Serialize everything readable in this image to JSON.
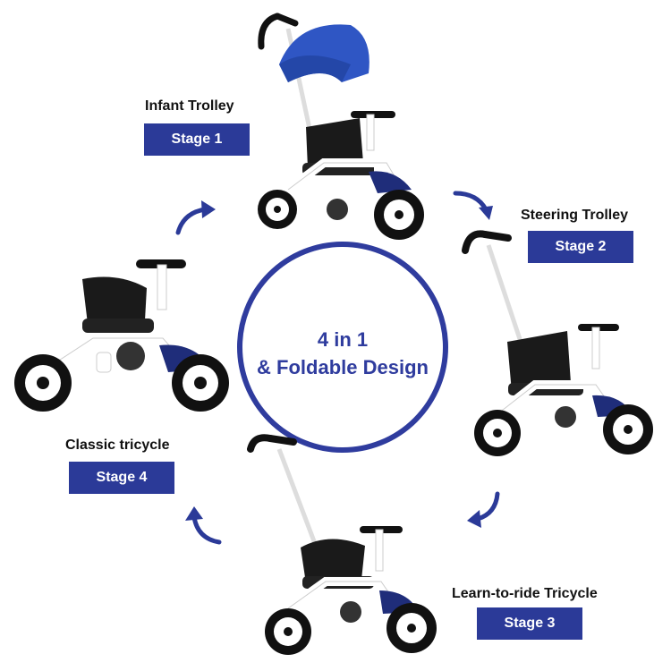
{
  "center": {
    "line1": "4 in 1",
    "line2": "& Foldable Design"
  },
  "stages": [
    {
      "title": "Infant Trolley",
      "badge": "Stage 1"
    },
    {
      "title": "Steering Trolley",
      "badge": "Stage 2"
    },
    {
      "title": "Learn-to-ride Tricycle",
      "badge": "Stage 3"
    },
    {
      "title": "Classic tricycle",
      "badge": "Stage 4"
    }
  ],
  "colors": {
    "accent": "#2b3a98",
    "canopy": "#2f56c4",
    "frame": "#ffffff",
    "seat": "#1a1a1a"
  }
}
